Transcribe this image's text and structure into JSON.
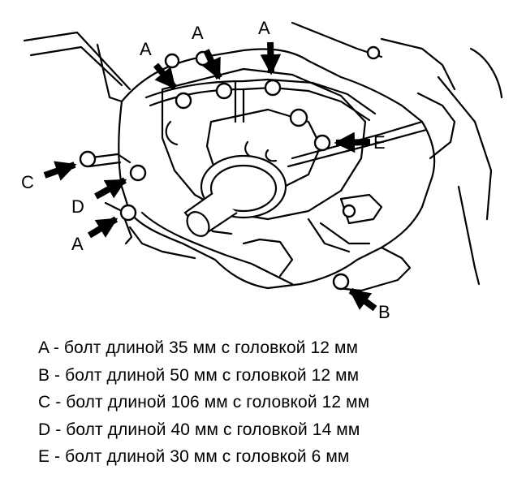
{
  "callouts": {
    "a_top_left": "A",
    "a_top_middle": "A",
    "a_top_right": "A",
    "a_left": "A",
    "b": "B",
    "c": "C",
    "d": "D",
    "e": "E"
  },
  "legend": [
    "A - болт длиной 35 мм с головкой 12 мм",
    "В - болт длиной 50 мм с головкой 12 мм",
    "С - болт длиной 106 мм с головкой 12 мм",
    "D - болт длиной 40 мм с головкой 14 мм",
    "Е - болт длиной 30 мм с головкой 6 мм"
  ]
}
